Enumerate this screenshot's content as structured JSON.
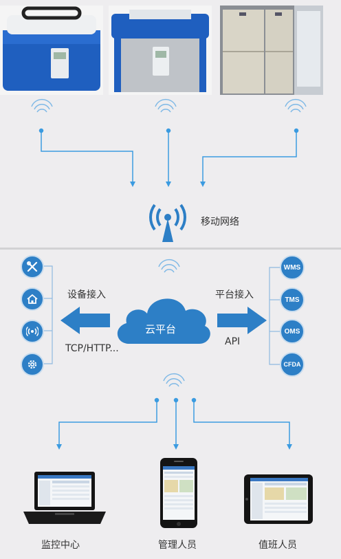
{
  "top": {
    "photos": [
      {
        "name": "blue-cooler-box-photo"
      },
      {
        "name": "silver-cooler-box-photo"
      },
      {
        "name": "medical-refrigerator-photo"
      }
    ],
    "network_label": "移动网络"
  },
  "middle": {
    "left_icons": [
      "tools-icon",
      "home-icon",
      "signal-icon",
      "gear-icon"
    ],
    "device_access_label": "设备接入",
    "protocol_label": "TCP/HTTP...",
    "cloud_label": "云平台",
    "platform_access_label": "平台接入",
    "api_label": "API",
    "systems": [
      "WMS",
      "TMS",
      "OMS",
      "CFDA"
    ]
  },
  "bottom": {
    "endpoints": [
      {
        "label": "监控中心",
        "device": "laptop-icon"
      },
      {
        "label": "管理人员",
        "device": "smartphone-icon"
      },
      {
        "label": "值班人员",
        "device": "tablet-icon"
      }
    ]
  },
  "colors": {
    "accent": "#2d7fc6",
    "line": "#3b9be0",
    "background": "#eeedef"
  }
}
